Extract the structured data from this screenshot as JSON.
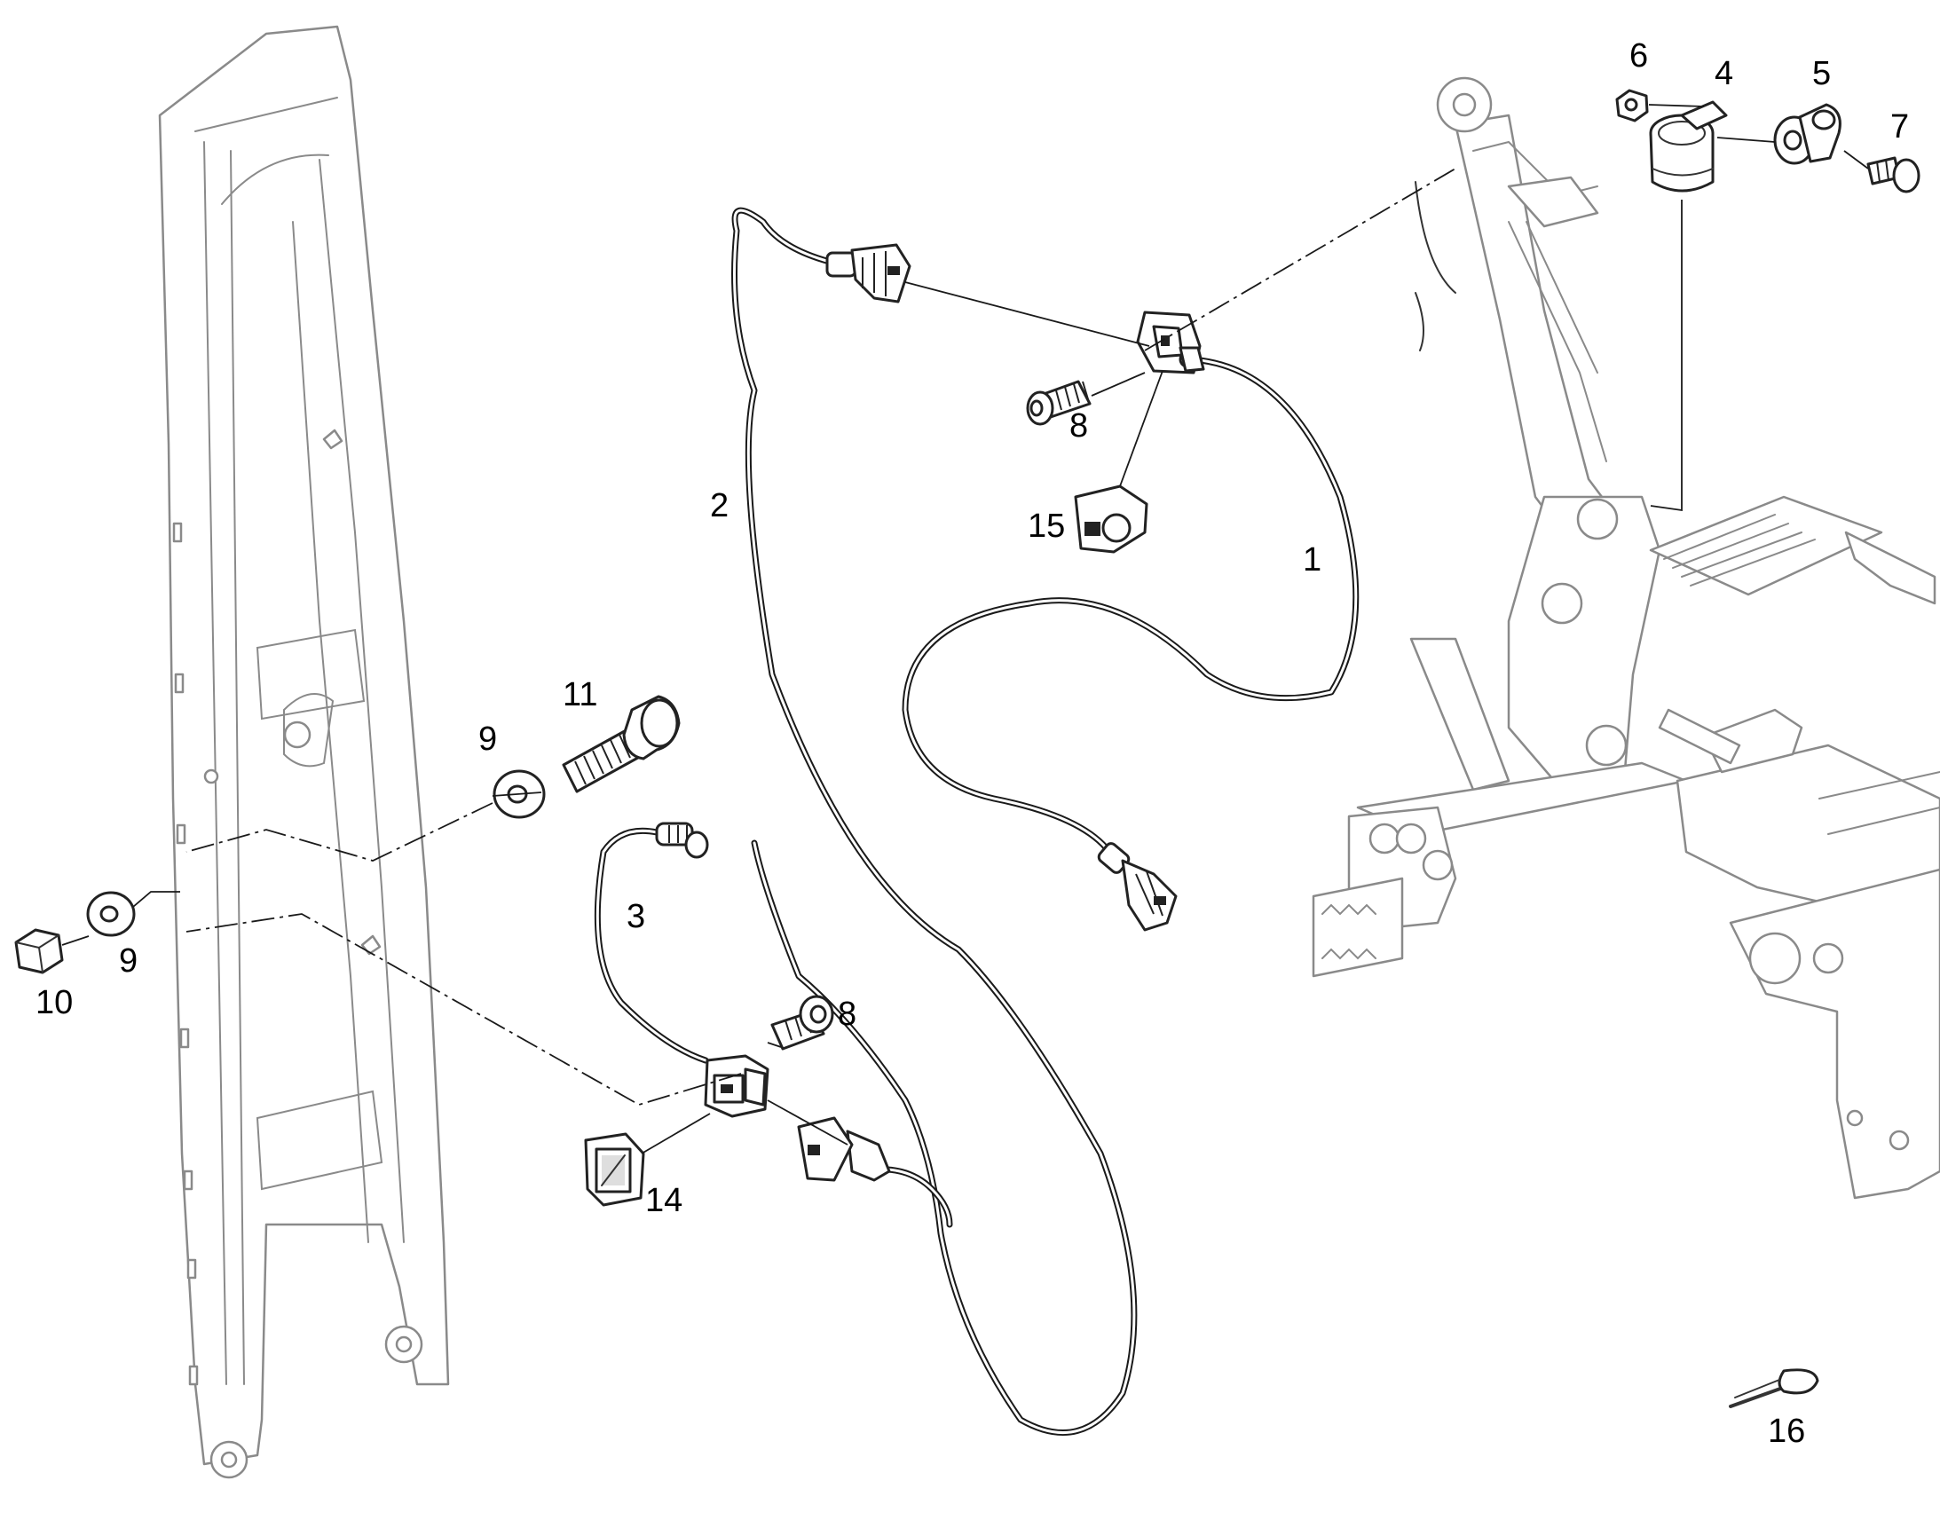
{
  "callouts": {
    "c1": "1",
    "c2": "2",
    "c3": "3",
    "c4": "4",
    "c5": "5",
    "c6": "6",
    "c7": "7",
    "c8a": "8",
    "c8b": "8",
    "c9a": "9",
    "c9b": "9",
    "c10": "10",
    "c11": "11",
    "c14": "14",
    "c15": "15",
    "c16": "16"
  },
  "colors": {
    "line": "#222222",
    "frame": "#8a8a8a",
    "background": "#ffffff"
  }
}
